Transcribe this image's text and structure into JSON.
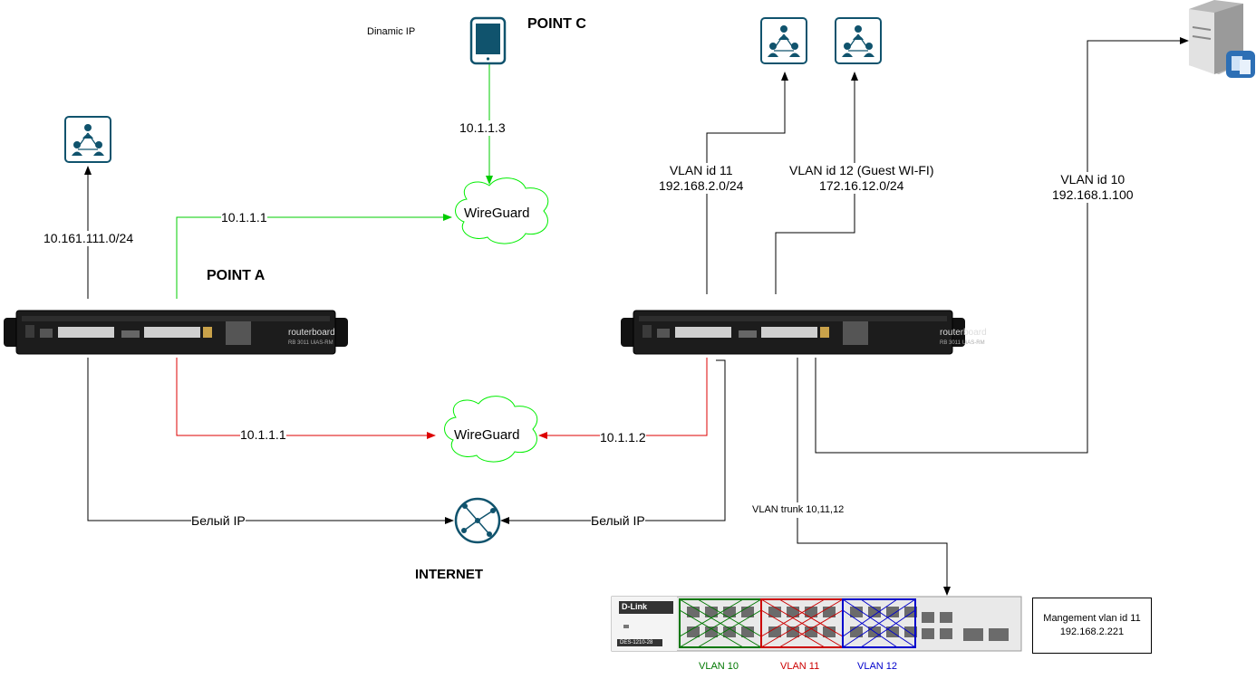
{
  "labels": {
    "point_c": "POINT C",
    "point_a": "POINT A",
    "internet": "INTERNET",
    "dinamic_ip": "Dinamic IP",
    "ip_point_c": "10.1.1.3",
    "wg_top": "WireGuard",
    "wg_bottom": "WireGuard",
    "ip_a_top": "10.1.1.1",
    "ip_a_bottom": "10.1.1.1",
    "ip_b": "10.1.1.2",
    "lan_a": "10.161.111.0/24",
    "white_ip_a": "Белый IP",
    "white_ip_b": "Белый IP",
    "vlan11_line1": "VLAN id 11",
    "vlan11_line2": "192.168.2.0/24",
    "vlan12_line1": "VLAN id 12 (Guest WI-FI)",
    "vlan12_line2": "172.16.12.0/24",
    "vlan10_line1": "VLAN id 10",
    "vlan10_line2": "192.168.1.100",
    "trunk": "VLAN trunk 10,11,12",
    "mgmt_line1": "Mangement vlan id 11",
    "mgmt_line2": "192.168.2.221",
    "legend_vlan10": "VLAN 10",
    "legend_vlan11": "VLAN 11",
    "legend_vlan12": "VLAN 12",
    "router_brand": "routerboard",
    "router_model": "RB 3011 UiAS-RM",
    "switch_brand": "D-Link",
    "switch_model": "DES-1210-28"
  },
  "colors": {
    "green_link": "#00cc00",
    "red_link": "#dd0000",
    "vlan10": "#007700",
    "vlan11": "#cc0000",
    "vlan12": "#0000cc",
    "icon": "#10536d",
    "router_body": "#1a1a1a"
  },
  "icons": {
    "users_group": "users-group-icon",
    "tablet": "tablet-icon",
    "server": "server-icon",
    "internet": "internet-router-icon",
    "cloud": "cloud-icon"
  }
}
